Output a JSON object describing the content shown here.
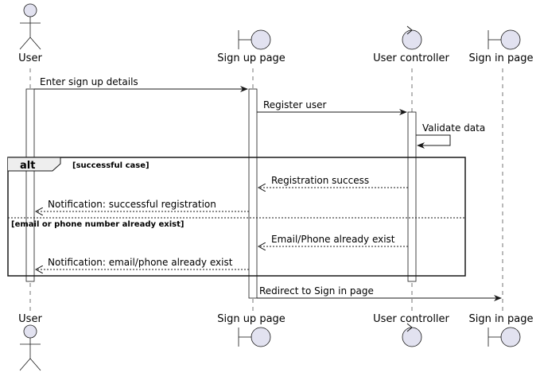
{
  "participants": {
    "user": "User",
    "signup_page": "Sign up page",
    "user_controller": "User controller",
    "signin_page": "Sign in page"
  },
  "messages": {
    "m1": "Enter sign up details",
    "m2": "Register user",
    "m3": "Validate data",
    "m4": "Registration success",
    "m5": "Notification: successful registration",
    "m6": "Email/Phone already exist",
    "m7": "Notification: email/phone already exist",
    "m8": "Redirect to Sign in page"
  },
  "fragment": {
    "keyword": "alt",
    "condition_1": "[successful case]",
    "condition_2": "[email or phone number already exist]"
  },
  "colors": {
    "participant_fill": "#e2e2f0",
    "stroke": "#181818"
  }
}
